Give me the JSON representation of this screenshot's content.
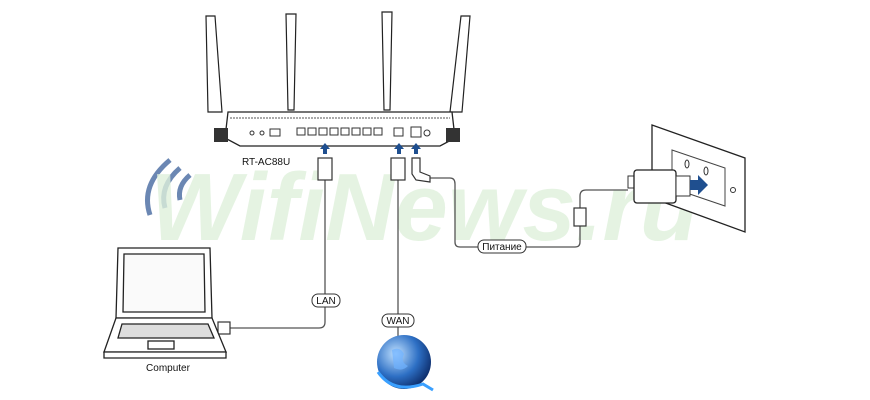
{
  "watermark": "WifiNews.ru",
  "router": {
    "model": "RT-AC88U"
  },
  "labels": {
    "lan": "LAN",
    "wan": "WAN",
    "power": "Питание",
    "computer": "Computer"
  },
  "colors": {
    "arrow": "#1f4f8f",
    "watermark": "#dff1dc",
    "globe": "#2d6fc4"
  }
}
